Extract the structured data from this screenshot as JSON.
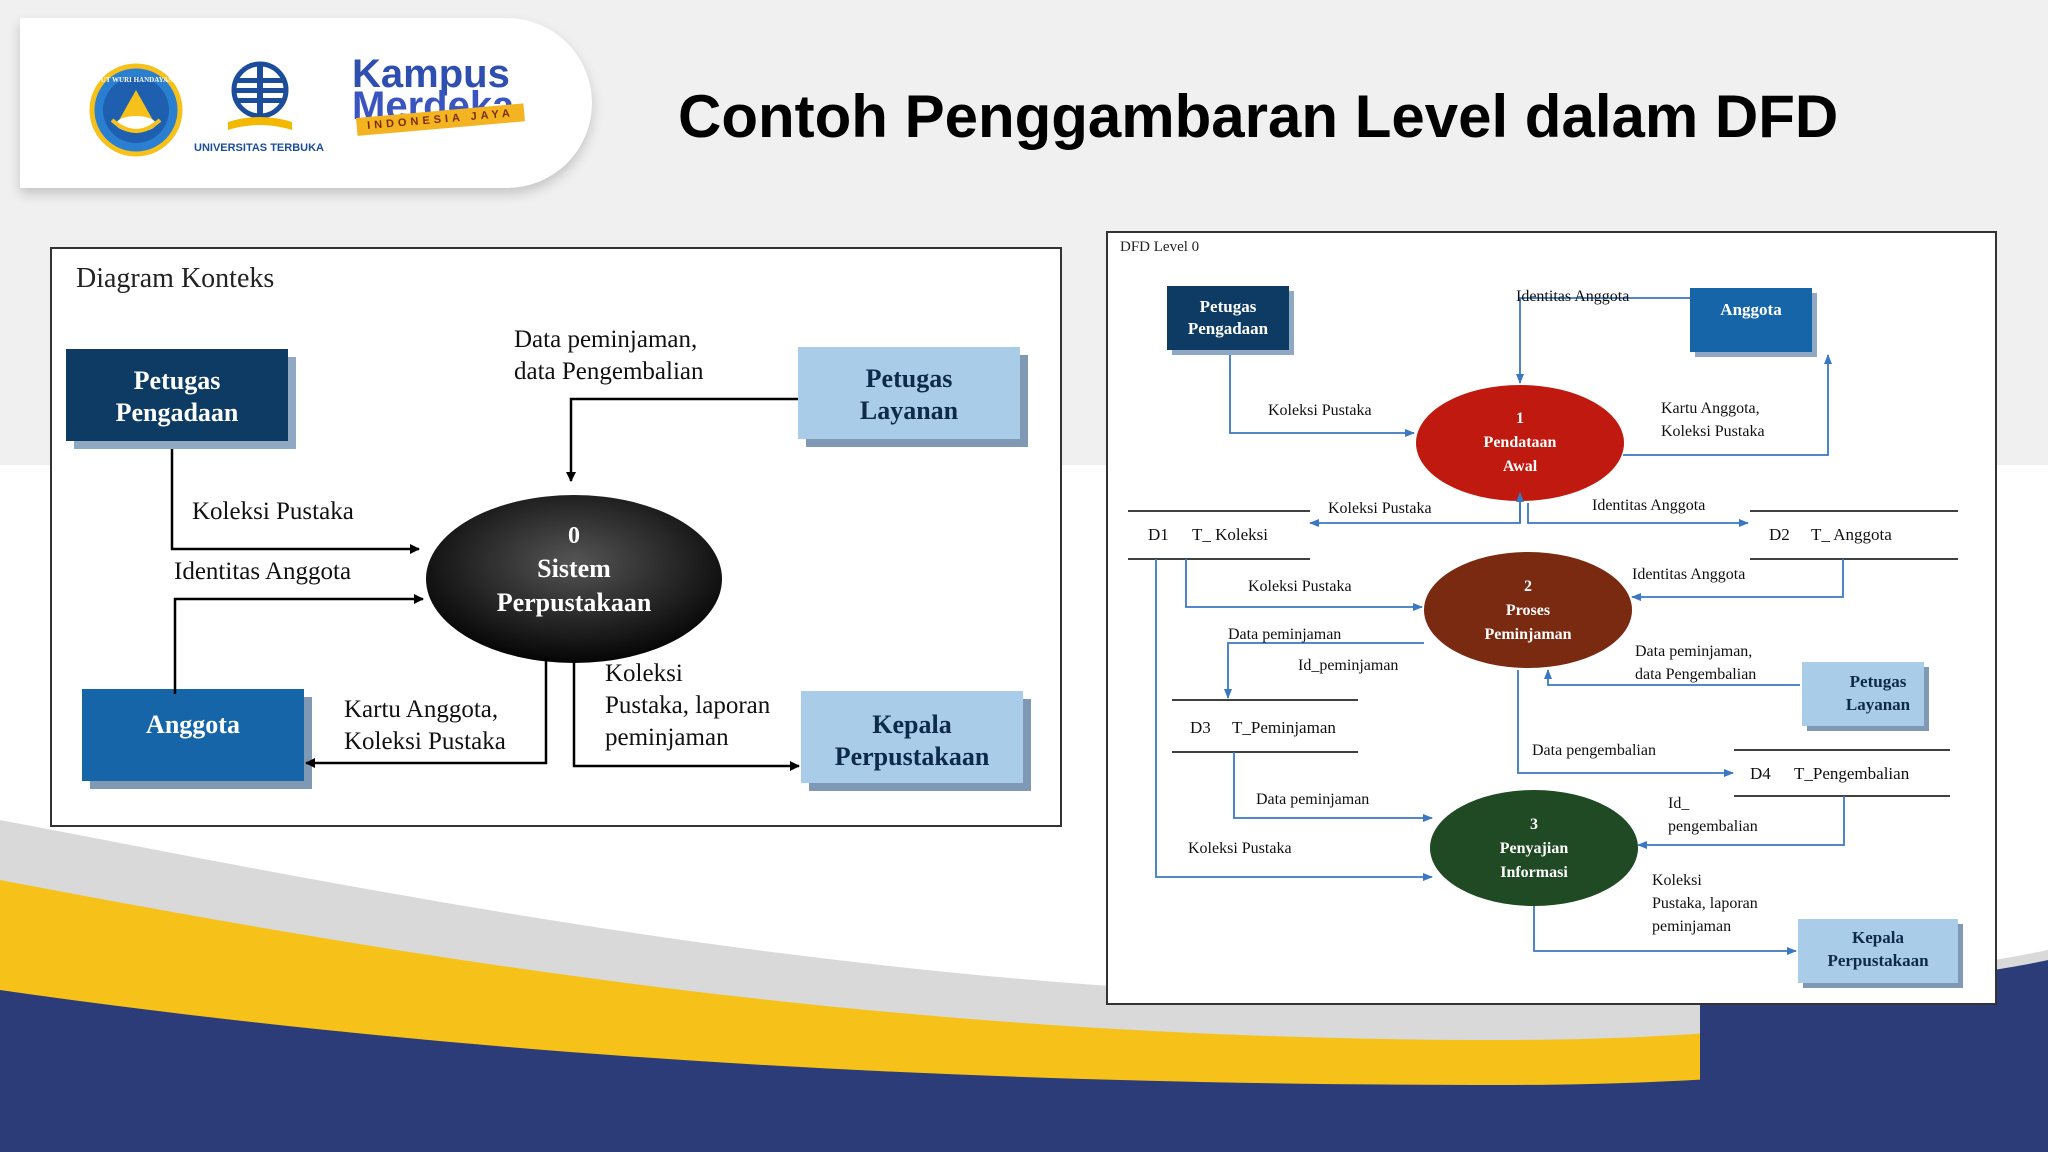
{
  "header": {
    "title": "Contoh Penggambaran Level dalam DFD",
    "logos": {
      "ut_caption": "UNIVERSITAS TERBUKA",
      "kampus_line1": "Kampus",
      "kampus_line2": "Merdeka",
      "kampus_band": "INDONESIA JAYA",
      "tut_wuri_emblem": "TUT WURI HANDAYANI"
    }
  },
  "context_diagram": {
    "title": "Diagram Konteks",
    "entities": {
      "petugas_pengadaan": [
        "Petugas",
        "Pengadaan"
      ],
      "petugas_layanan": [
        "Petugas",
        "Layanan"
      ],
      "anggota": "Anggota",
      "kepala_perpustakaan": [
        "Kepala",
        "Perpustakaan"
      ]
    },
    "process": [
      "0",
      "Sistem",
      "Perpustakaan"
    ],
    "flows": {
      "data_peminjaman": [
        "Data peminjaman,",
        "data Pengembalian"
      ],
      "koleksi_pustaka": "Koleksi Pustaka",
      "identitas_anggota": "Identitas Anggota",
      "kartu_anggota": [
        "Kartu Anggota,",
        "Koleksi Pustaka"
      ],
      "koleksi_laporan": [
        "Koleksi",
        "Pustaka, laporan",
        "peminjaman"
      ]
    }
  },
  "dfd_level0": {
    "title": "DFD Level 0",
    "entities": {
      "petugas_pengadaan": [
        "Petugas",
        "Pengadaan"
      ],
      "anggota": "Anggota",
      "petugas_layanan": [
        "Petugas",
        "Layanan"
      ],
      "kepala_perpustakaan": [
        "Kepala",
        "Perpustakaan"
      ]
    },
    "processes": {
      "p1": [
        "1",
        "Pendataan",
        "Awal"
      ],
      "p2": [
        "2",
        "Proses",
        "Peminjaman"
      ],
      "p3": [
        "3",
        "Penyajian",
        "Informasi"
      ]
    },
    "stores": {
      "d1": [
        "D1",
        "T_ Koleksi"
      ],
      "d2": [
        "D2",
        "T_ Anggota"
      ],
      "d3": [
        "D3",
        "T_Peminjaman"
      ],
      "d4": [
        "D4",
        "T_Pengembalian"
      ]
    },
    "flows": {
      "identitas_anggota_top": "Identitas Anggota",
      "koleksi_pustaka_1": "Koleksi Pustaka",
      "kartu_anggota": [
        "Kartu Anggota,",
        "Koleksi Pustaka"
      ],
      "koleksi_pustaka_d1": "Koleksi Pustaka",
      "identitas_anggota_d2": "Identitas Anggota",
      "koleksi_pustaka_2": "Koleksi Pustaka",
      "identitas_anggota_2": "Identitas Anggota",
      "data_peminjaman_d3": "Data peminjaman",
      "id_peminjaman": "Id_peminjaman",
      "data_peminjaman_layanan": [
        "Data peminjaman,",
        "data Pengembalian"
      ],
      "data_pengembalian": "Data pengembalian",
      "data_peminjaman_3": "Data peminjaman",
      "id_pengembalian": [
        "Id_",
        "pengembalian"
      ],
      "koleksi_pustaka_3": "Koleksi Pustaka",
      "koleksi_laporan": [
        "Koleksi",
        "Pustaka, laporan",
        "peminjaman"
      ]
    }
  },
  "colors": {
    "dark_navy": "#0d3b63",
    "blue": "#1565a8",
    "light_blue": "#a9cce8",
    "process1_red": "#c0190f",
    "process2_brown": "#7a2a10",
    "process3_green": "#1f4a24",
    "footer_navy": "#2b3c78",
    "footer_yellow": "#f6c21a"
  }
}
